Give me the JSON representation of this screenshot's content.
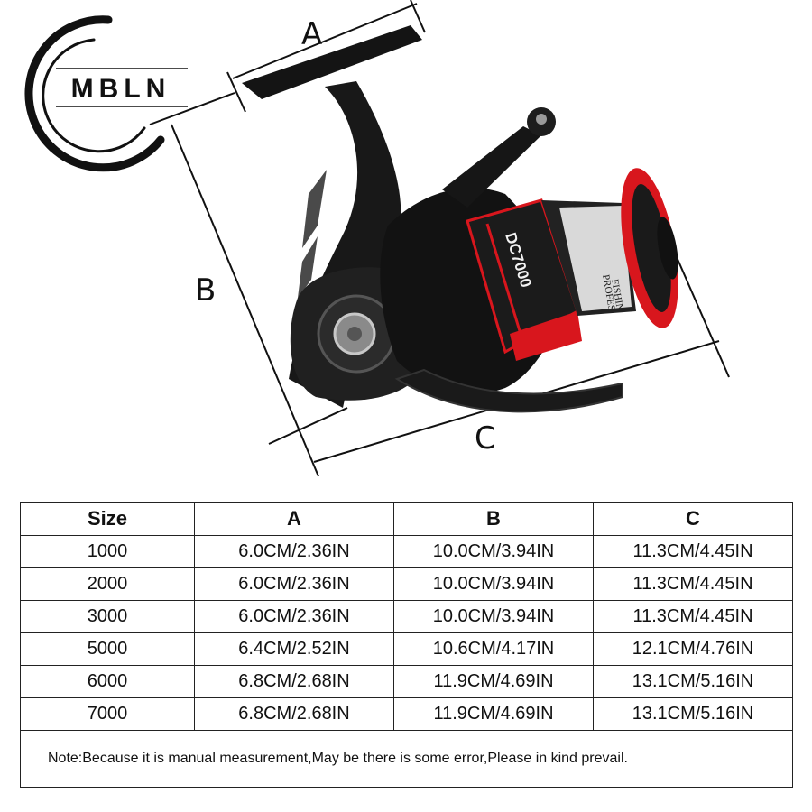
{
  "brand": {
    "logo_text": "MBLN"
  },
  "product": {
    "model_label": "DC7000",
    "spool_text_1": "PROFES",
    "spool_text_2": "FISHIN"
  },
  "dimension_labels": {
    "a": "A",
    "b": "B",
    "c": "C"
  },
  "table": {
    "headers": [
      "Size",
      "A",
      "B",
      "C"
    ],
    "rows": [
      [
        "1000",
        "6.0CM/2.36IN",
        "10.0CM/3.94IN",
        "11.3CM/4.45IN"
      ],
      [
        "2000",
        "6.0CM/2.36IN",
        "10.0CM/3.94IN",
        "11.3CM/4.45IN"
      ],
      [
        "3000",
        "6.0CM/2.36IN",
        "10.0CM/3.94IN",
        "11.3CM/4.45IN"
      ],
      [
        "5000",
        "6.4CM/2.52IN",
        "10.6CM/4.17IN",
        "12.1CM/4.76IN"
      ],
      [
        "6000",
        "6.8CM/2.68IN",
        "11.9CM/4.69IN",
        "13.1CM/5.16IN"
      ],
      [
        "7000",
        "6.8CM/2.68IN",
        "11.9CM/4.69IN",
        "13.1CM/5.16IN"
      ]
    ],
    "note": "Note:Because it is manual measurement,May be there is some error,Please in kind prevail."
  },
  "colors": {
    "accent_red": "#d8161d",
    "reel_black": "#141414",
    "text": "#111111"
  }
}
